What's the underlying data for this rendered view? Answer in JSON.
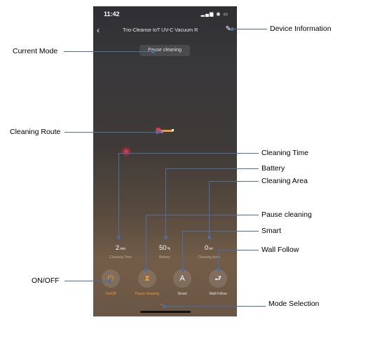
{
  "status_bar": {
    "time": "11:42",
    "icons": "▂▄▆ ◉ ▭"
  },
  "header": {
    "back_icon": "‹",
    "title": "Trio-Cleanse IoT UV-C Vacuum R",
    "edit_icon": "✎"
  },
  "mode_pill": {
    "label": "Pause cleaning"
  },
  "stats": [
    {
      "value": "2",
      "unit": "min",
      "label": "Cleaning Time"
    },
    {
      "value": "50",
      "unit": "%",
      "label": "Battery"
    },
    {
      "value": "0",
      "unit": "m²",
      "label": "Cleaning Area"
    }
  ],
  "controls": [
    {
      "icon": "⏻",
      "label": "On/Off"
    },
    {
      "icon": "⧗",
      "label": "Pause cleaning"
    },
    {
      "icon": "A",
      "label": "Smart"
    },
    {
      "icon": "⮐",
      "label": "Wall Follow"
    }
  ],
  "mode_selection_icon": "^",
  "annotations": {
    "device_information": "Device Information",
    "current_mode": "Current Mode",
    "cleaning_route": "Cleaning Route",
    "cleaning_time": "Cleaning Time",
    "battery": "Battery",
    "cleaning_area": "Cleaning Area",
    "pause_cleaning": "Pause cleaning",
    "smart": "Smart",
    "wall_follow": "Wall Follow",
    "on_off": "ON/OFF",
    "mode_selection": "Mode Selection"
  },
  "colors": {
    "accent": "#f29c2b",
    "annotation_line": "#4a6fa5"
  }
}
